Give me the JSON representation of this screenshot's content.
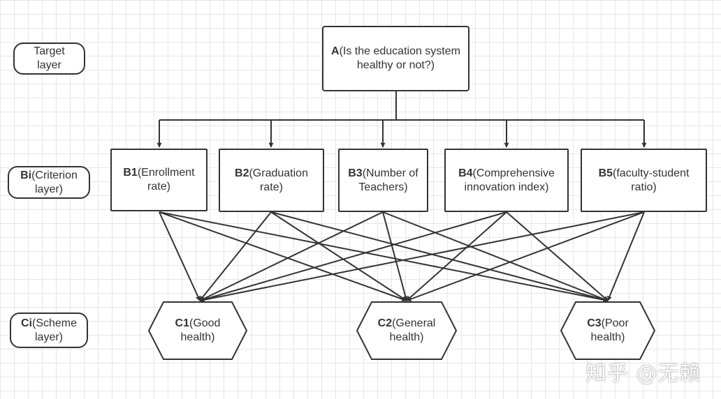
{
  "layers": {
    "target": "Target layer",
    "criterion": {
      "code": "Bi",
      "label": "(Criterion layer)"
    },
    "scheme": {
      "code": "Ci",
      "label": "(Scheme layer)"
    }
  },
  "goal": {
    "code": "A",
    "label": "(Is the education system healthy or not?)"
  },
  "criteria": [
    {
      "code": "B1",
      "label": "(Enrollment rate)"
    },
    {
      "code": "B2",
      "label": "(Graduation rate)"
    },
    {
      "code": "B3",
      "label": "(Number of Teachers)"
    },
    {
      "code": "B4",
      "label": "(Comprehensive innovation index)"
    },
    {
      "code": "B5",
      "label": "(faculty-student ratio)"
    }
  ],
  "schemes": [
    {
      "code": "C1",
      "label": "(Good health)"
    },
    {
      "code": "C2",
      "label": "(General health)"
    },
    {
      "code": "C3",
      "label": "(Poor health)"
    }
  ],
  "watermark": "知乎 @无赖",
  "colors": {
    "line": "#333333",
    "grid": "#e6e6e6",
    "background": "#ffffff"
  }
}
